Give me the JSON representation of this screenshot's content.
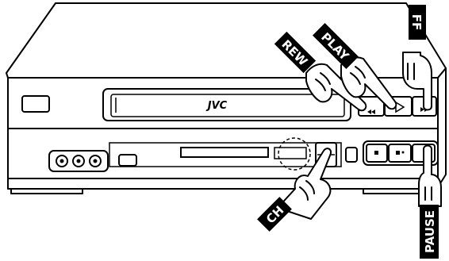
{
  "brand": "JVC",
  "labels": {
    "rew": "REW",
    "play": "PLAY",
    "ff": "FF",
    "ch": "CH",
    "pause": "PAUSE"
  },
  "icons": {
    "rew": "rewind-icon",
    "play": "play-icon",
    "ff": "fast-forward-icon",
    "stop": "stop-icon",
    "record": "record-icon",
    "pause": "pause-icon",
    "channel": "channel-icon"
  },
  "colors": {
    "line": "#000000",
    "fill": "#ffffff",
    "label_bg": "#000000",
    "label_text": "#ffffff"
  }
}
